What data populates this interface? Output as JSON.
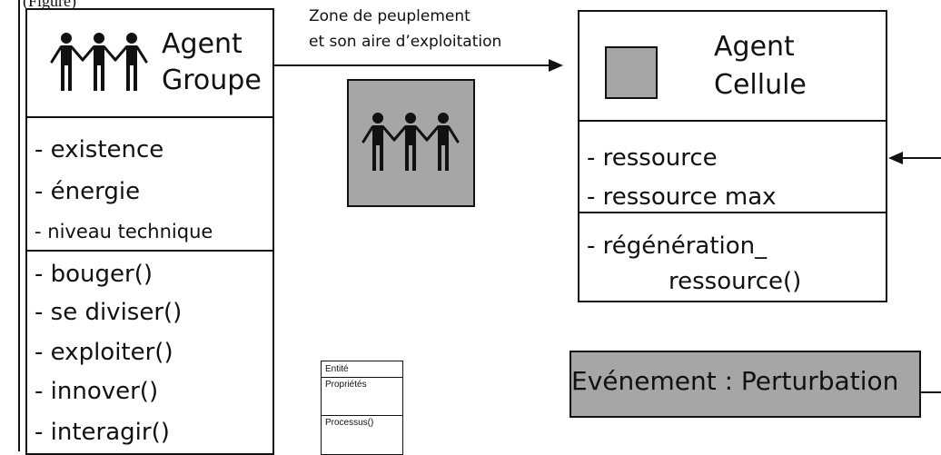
{
  "top_fragment": "(Figure)",
  "group_agent": {
    "title_line1": "Agent",
    "title_line2": "Groupe",
    "icon": "three-people-icon",
    "attributes": [
      "- existence",
      "- énergie",
      "- niveau technique"
    ],
    "methods": [
      "- bouger()",
      "- se diviser()",
      "- exploiter()",
      "- innover()",
      "- interagir()"
    ]
  },
  "relation": {
    "label_line1": "Zone de peuplement",
    "label_line2": "et son aire d’exploitation",
    "icon": "three-people-icon"
  },
  "cell_agent": {
    "title_line1": "Agent",
    "title_line2": "Cellule",
    "icon": "gray-square-icon",
    "attributes": [
      "- ressource",
      "- ressource max"
    ],
    "method_line1": "- régénération_",
    "method_line2": "ressource()"
  },
  "event": {
    "label": "Evénement : Perturbation"
  },
  "legend": {
    "entity": "Entité",
    "properties": "Propriétés",
    "processes": "Processus()"
  },
  "colors": {
    "fill_gray": "#a6a6a6",
    "stroke": "#111111"
  }
}
